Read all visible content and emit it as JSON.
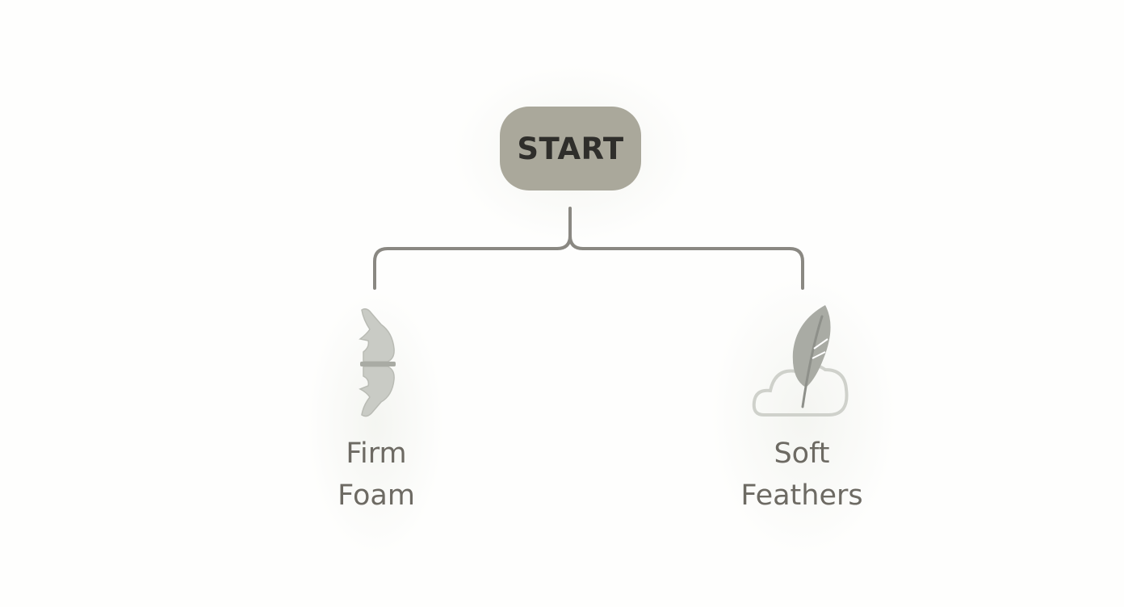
{
  "root": {
    "label": "START"
  },
  "branches": [
    {
      "label": "Firm\nFoam",
      "icon": "firm-foam-spine-icon"
    },
    {
      "label": "Soft\nFeathers",
      "icon": "feather-cloud-icon"
    }
  ],
  "colors": {
    "node_fill": "#aaa89b",
    "node_text": "#2f2e2b",
    "connector": "#8a8882",
    "label_text": "#6d6a63",
    "icon_fill": "#c9cbc5",
    "feather_fill": "#a9aba4"
  }
}
